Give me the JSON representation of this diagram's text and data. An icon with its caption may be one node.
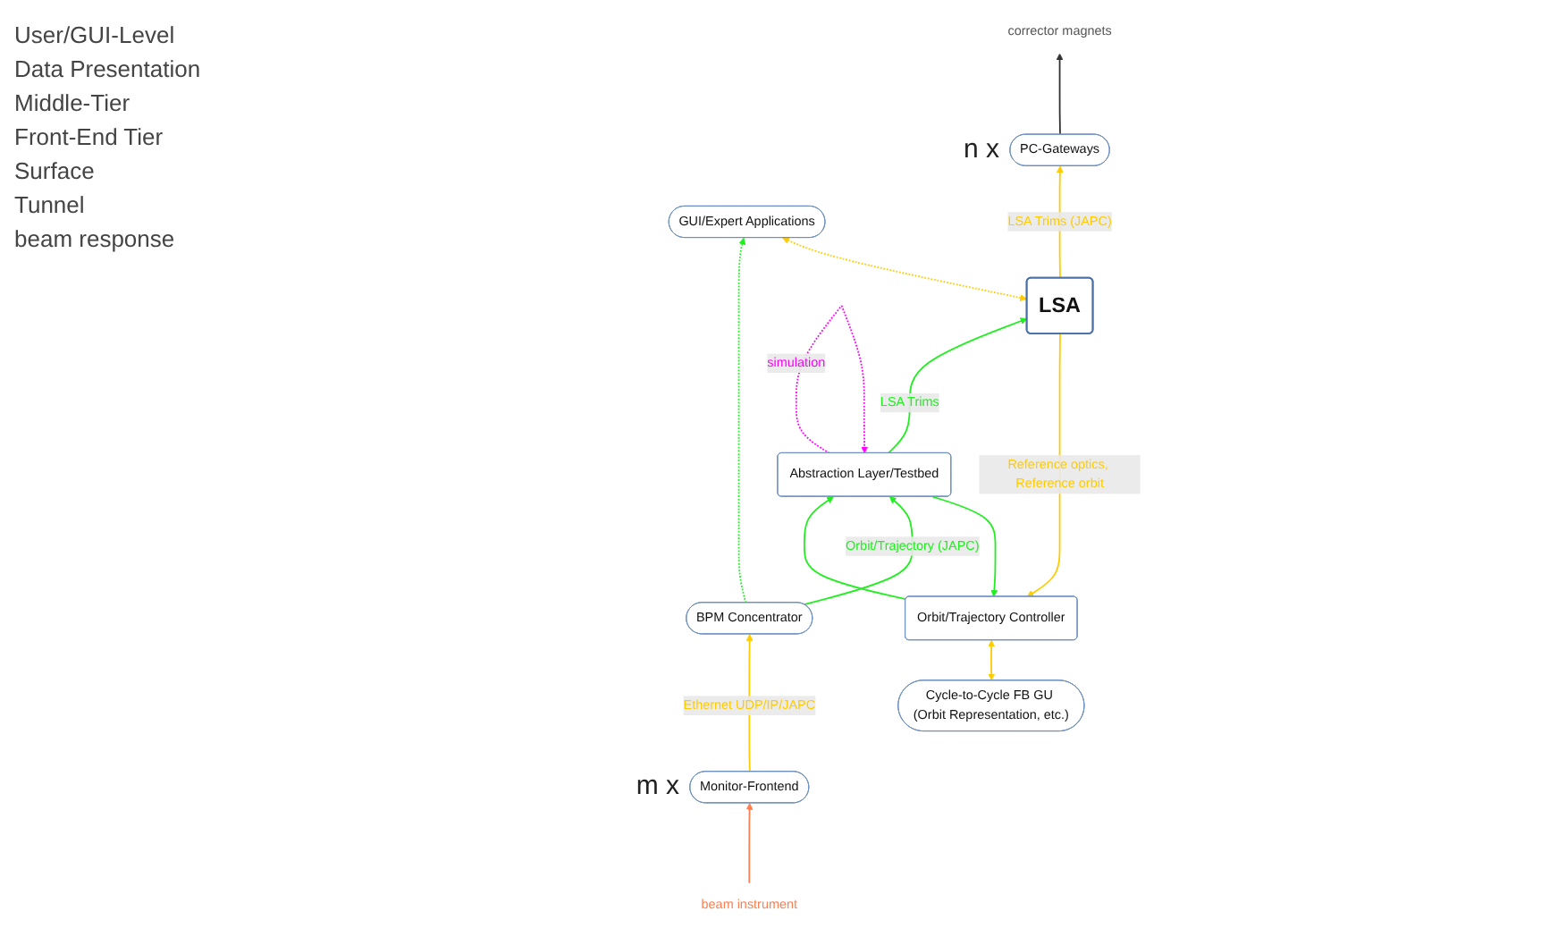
{
  "diagram": {
    "nodes": [
      {
        "text": [
          "GUI/Expert Applications"
        ]
      },
      {
        "text": [
          "Cycle-to-Cycle FB GU (Orbit Representation, etc.)"
        ]
      },
      {
        "text": [
          "Orbit/Trajectory Controller"
        ]
      },
      {
        "text": [
          "Abstraction Layer/Testbed"
        ]
      },
      {
        "text": [
          "LSA"
        ]
      },
      {
        "text": [
          "BPM Concentrator"
        ]
      },
      {
        "text": [
          "Monitor-Frontend"
        ],
        "beside": [
          "m x"
        ]
      },
      {
        "text": [
          "PC-Gateways"
        ],
        "beside": [
          "n x"
        ]
      },
      {
        "text": [
          "beam instrument"
        ]
      },
      {
        "text": [
          "corrector magnets"
        ]
      }
    ],
    "edges": [
      {
        "from": 5,
        "to": 0,
        "arrow": "to",
        "style": "dashed",
        "color": "#22ee22"
      },
      {
        "from": 4,
        "to": 0,
        "arrow": "both",
        "style": "dashed",
        "color": "#ffcc00"
      },
      {
        "from": 1,
        "to": 2,
        "arrow": "both",
        "color": "#ffcc00"
      },
      {
        "from": 4,
        "to": 2,
        "label": "Reference optics, Reference orbit",
        "arrow": "to",
        "color": "#ffcc00"
      },
      {
        "from": 3,
        "to": 2,
        "arrow": "to",
        "color": "#22ee22"
      },
      {
        "from": 2,
        "to": 3,
        "arrow": "to",
        "color": "#22ee22"
      },
      {
        "from": 3,
        "to": 3,
        "label": "simulation",
        "arrow": "to",
        "style": "dashed",
        "color": "#ff00ff"
      },
      {
        "from": 5,
        "to": 3,
        "label": "Orbit/Trajectory (JAPC)",
        "arrow": "to",
        "color": "#22ee22"
      },
      {
        "from": 3,
        "to": 4,
        "label": "LSA Trims",
        "arrow": "to",
        "color": "#22ee22"
      },
      {
        "from": 4,
        "to": 7,
        "label": "LSA Trims (JAPC)",
        "arrow": "to",
        "color": "#ffcc00"
      },
      {
        "from": 6,
        "to": 5,
        "label": "Ethernet UDP/IP/JAPC",
        "arrow": "to",
        "color": "#ffcc00"
      },
      {
        "from": 8,
        "to": 6,
        "arrow": "to",
        "color": "#ff7f50"
      },
      {
        "from": 7,
        "to": 9,
        "arrow": "to",
        "color": "#333333"
      }
    ],
    "labels": [
      "User/GUI-Level",
      "Data Presentation",
      "Middle-Tier",
      "Front-End Tier",
      "Surface",
      "Tunnel",
      "beam response"
    ]
  }
}
